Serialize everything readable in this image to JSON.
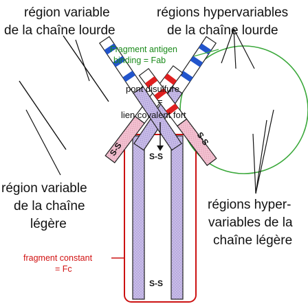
{
  "labels": {
    "heavy_variable_1": "région variable",
    "heavy_variable_2": "de la chaîne lourde",
    "heavy_hyper_1": "régions hypervariables",
    "heavy_hyper_2": "de la chaîne lourde",
    "light_variable_1": "région variable",
    "light_variable_2": "de la chaîne",
    "light_variable_3": "légère",
    "light_hyper_1": "régions hyper-",
    "light_hyper_2": "variables de la",
    "light_hyper_3": "chaîne légère",
    "fab_1": "Fragment antigen",
    "fab_2": "binding = Fab",
    "disulfide_1": "pont disulfure",
    "disulfide_eq": "=",
    "disulfide_2": "lien covalent fort",
    "fc_1": "fragment constant",
    "fc_2": "= Fc",
    "ss_left": "S-S",
    "ss_right": "S-S",
    "ss_hinge": "S-S",
    "ss_bottom": "S-S"
  },
  "colors": {
    "heavy_chain": "#c6b8e6",
    "light_chain": "#f2bfcf",
    "hyper_heavy": "#2255cc",
    "hyper_light": "#e02020",
    "fab_circle": "#3aa83a",
    "fc_box": "#cc1111"
  }
}
